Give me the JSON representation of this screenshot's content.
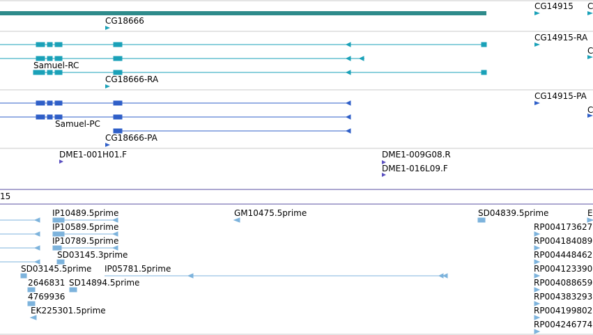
{
  "colors": {
    "gene": "#2e8b8b",
    "transcript": "#1aa1b8",
    "protein": "#2f5fc8",
    "est": "#5a4fc0",
    "cdna": "#7db3dc",
    "divider": "#c8c8c8",
    "region": "#5a4fa0"
  },
  "tracks": {
    "genes": {
      "labels": [
        "CG18666",
        "CG14915",
        "C"
      ]
    },
    "transcripts": {
      "labels": [
        "CG14915-RA",
        "Samuel-RC",
        "CG18666-RA",
        "C"
      ]
    },
    "proteins": {
      "labels": [
        "CG14915-PA",
        "Samuel-PC",
        "CG18666-PA",
        "C"
      ]
    },
    "ests": {
      "labels": [
        "DME1-001H01.F",
        "DME1-009G08.R",
        "DME1-016L09.F"
      ]
    },
    "region": {
      "label": "15"
    },
    "cdna": {
      "labels": [
        "IP10489.5prime",
        "GM10475.5prime",
        "SD04839.5prime",
        "El",
        "IP10589.5prime",
        "RP004173627",
        "IP10789.5prime",
        "RP004184089",
        "SD03145.3prime",
        "RP004448462",
        "SD03145.5prime",
        "IP05781.5prime",
        "RP004123390",
        "2646831",
        "SD14894.5prime",
        "RP004088659",
        "4769936",
        "RP004383293",
        "EK225301.5prime",
        "RP004199802",
        "RP004246774"
      ]
    }
  }
}
